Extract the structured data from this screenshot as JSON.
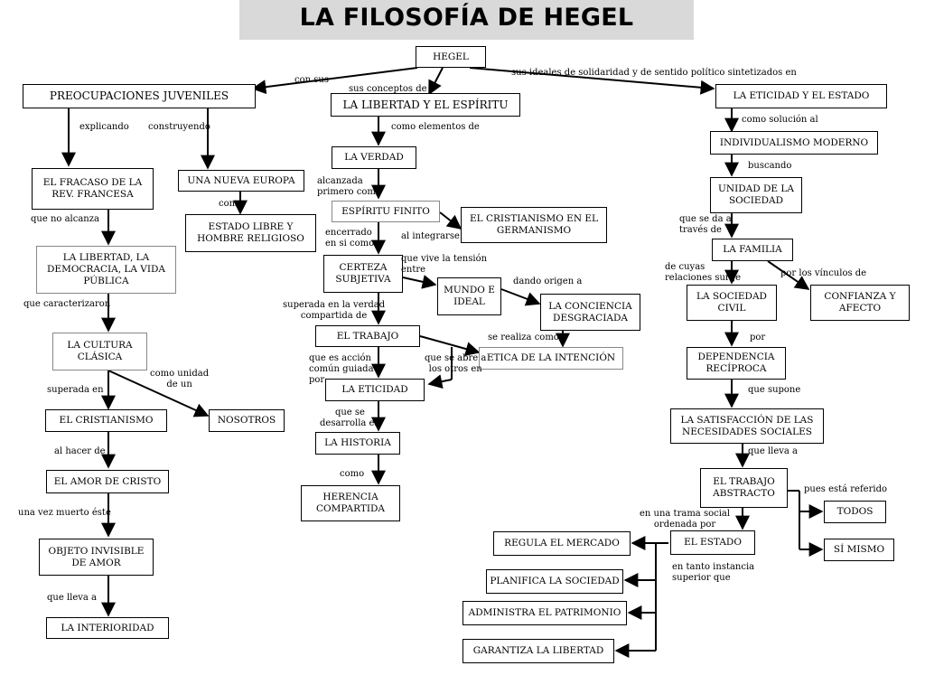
{
  "title": "LA FILOSOFÍA DE HEGEL",
  "nodes": {
    "hegel": "HEGEL",
    "preocupaciones": "PREOCUPACIONES JUVENILES",
    "libertad_espiritu": "LA LIBERTAD Y EL ESPÍRITU",
    "eticidad_estado": "LA ETICIDAD Y EL ESTADO",
    "fracaso": "EL FRACASO DE LA\nREV. FRANCESA",
    "nueva_europa": "UNA NUEVA EUROPA",
    "estado_libre": "ESTADO LIBRE Y\nHOMBRE RELIGIOSO",
    "libertad_democracia": "LA LIBERTAD, LA\nDEMOCRACIA, LA VIDA\nPÚBLICA",
    "cultura_clasica": "LA CULTURA\nCLÁSICA",
    "cristianismo": "EL CRISTIANISMO",
    "nosotros": "NOSOTROS",
    "amor_cristo": "EL AMOR DE CRISTO",
    "objeto_invisible": "OBJETO INVISIBLE\nDE AMOR",
    "interioridad": "LA INTERIORIDAD",
    "verdad": "LA VERDAD",
    "espiritu_finito": "ESPÍRITU FINITO",
    "cristianismo_germanismo": "EL CRISTIANISMO EN EL\nGERMANISMO",
    "certeza_subjetiva": "CERTEZA\nSUBJETIVA",
    "mundo_ideal": "MUNDO E\nIDEAL",
    "conciencia_desgraciada": "LA CONCIENCIA\nDESGRACIADA",
    "trabajo": "EL TRABAJO",
    "etica_intencion": "ETICA DE LA INTENCIÓN",
    "eticidad": "LA ETICIDAD",
    "historia": "LA HISTORIA",
    "herencia": "HERENCIA\nCOMPARTIDA",
    "individualismo": "INDIVIDUALISMO MODERNO",
    "unidad_sociedad": "UNIDAD DE LA\nSOCIEDAD",
    "familia": "LA FAMILIA",
    "sociedad_civil": "LA SOCIEDAD\nCIVIL",
    "confianza": "CONFIANZA Y\nAFECTO",
    "dependencia": "DEPENDENCIA\nRECÍPROCA",
    "satisfaccion": "LA SATISFACCIÓN DE LAS\nNECESIDADES SOCIALES",
    "trabajo_abstracto": "EL TRABAJO\nABSTRACTO",
    "todos": "TODOS",
    "si_mismo": "SÍ MISMO",
    "estado": "EL ESTADO",
    "regula": "REGULA EL MERCADO",
    "planifica": "PLANIFICA LA SOCIEDAD",
    "administra": "ADMINISTRA EL PATRIMONIO",
    "garantiza": "GARANTIZA LA LIBERTAD"
  },
  "links": {
    "con_sus": "con sus",
    "sus_conceptos": "sus conceptos de",
    "sus_ideales": "sus ideales de solidaridad y de sentido político sintetizados en",
    "explicando": "explicando",
    "construyendo": "construyendo",
    "como": "como",
    "que_no_alcanza": "que no alcanza",
    "que_caracterizaron": "que caracterizaron",
    "superada_en": "superada en",
    "como_unidad": "como unidad\nde un",
    "al_hacer_de": "al hacer de",
    "una_vez_muerto": "una vez muerto éste",
    "que_lleva_a_left": "que lleva a",
    "como_elementos": "como elementos de",
    "alcanzada": "alcanzada\nprimero como",
    "encerrado": "encerrado\nen si como",
    "al_integrarse": "al integrarse",
    "que_vive": "que vive la tensión\nentre",
    "dando_origen": "dando origen a",
    "superada_verdad": "superada en la verdad\ncompartida de",
    "se_realiza": "se realiza como",
    "que_es_accion": "que es acción\ncomún guiada\npor",
    "que_se_abre": "que se abre a\nlos otros en",
    "que_se_desarrolla": "que se\ndesarrolla en",
    "como_historia": "como",
    "como_solucion": "como solución al",
    "buscando": "buscando",
    "que_se_da": "que se da a\ntravés de",
    "de_cuyas": "de cuyas\nrelaciones surge",
    "por_vinculos": "por los vínculos de",
    "por": "por",
    "que_supone": "que supone",
    "que_lleva_a_right": "que lleva a",
    "pues_esta": "pues está referido",
    "trama_social": "en una trama social\nordenada por",
    "instancia": "en tanto instancia\nsuperior  que"
  },
  "colors": {
    "title_background": "#d9d9d9",
    "line": "#000000",
    "thin_border": "#888888"
  }
}
